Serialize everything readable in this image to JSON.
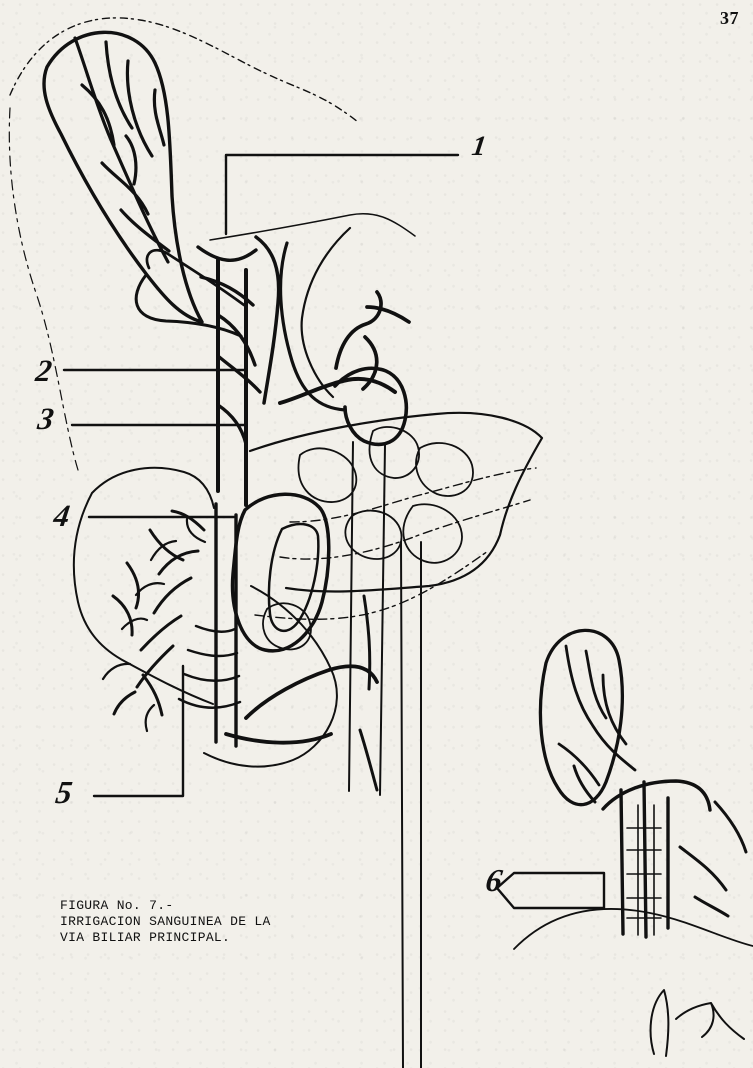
{
  "page": {
    "number": "37"
  },
  "figure": {
    "callouts": [
      "1",
      "2",
      "3",
      "4",
      "5",
      "6"
    ],
    "caption_lines": [
      "FIGURA No. 7.-",
      "IRRIGACION SANGUINEA DE LA",
      "VIA BILIAR PRINCIPAL."
    ]
  }
}
